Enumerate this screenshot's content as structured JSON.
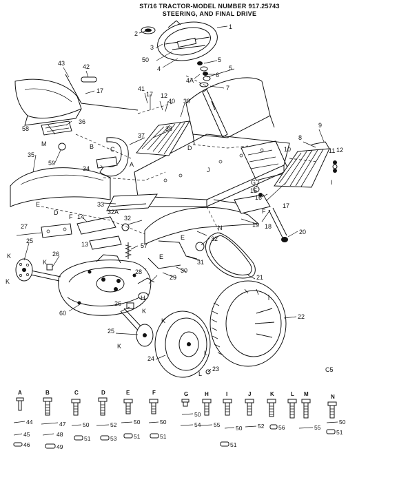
{
  "header": {
    "line1": "ST/16 TRACTOR-MODEL NUMBER 917.25743",
    "line2": "STEERING, AND FINAL DRIVE"
  },
  "sheet_code": "C5",
  "callouts": [
    {
      "id": "c1",
      "text": "1"
    },
    {
      "id": "c2",
      "text": "2"
    },
    {
      "id": "c3",
      "text": "3"
    },
    {
      "id": "c4",
      "text": "4"
    },
    {
      "id": "c4a",
      "text": "4A"
    },
    {
      "id": "c5a",
      "text": "5"
    },
    {
      "id": "c5b",
      "text": "5"
    },
    {
      "id": "c6",
      "text": "6"
    },
    {
      "id": "c7",
      "text": "7"
    },
    {
      "id": "c8",
      "text": "8"
    },
    {
      "id": "c9",
      "text": "9"
    },
    {
      "id": "c10",
      "text": "10"
    },
    {
      "id": "c11",
      "text": "11"
    },
    {
      "id": "c12a",
      "text": "12"
    },
    {
      "id": "c12b",
      "text": "12"
    },
    {
      "id": "c13",
      "text": "13"
    },
    {
      "id": "c14",
      "text": "14"
    },
    {
      "id": "c15",
      "text": "15"
    },
    {
      "id": "c16",
      "text": "16"
    },
    {
      "id": "c17a",
      "text": "17"
    },
    {
      "id": "c17b",
      "text": "17"
    },
    {
      "id": "c17c",
      "text": "17"
    },
    {
      "id": "c18",
      "text": "18"
    },
    {
      "id": "c19",
      "text": "19"
    },
    {
      "id": "c20",
      "text": "20"
    },
    {
      "id": "c21",
      "text": "21"
    },
    {
      "id": "c22",
      "text": "22"
    },
    {
      "id": "c23",
      "text": "23"
    },
    {
      "id": "c24",
      "text": "24"
    },
    {
      "id": "c25a",
      "text": "25"
    },
    {
      "id": "c25b",
      "text": "25"
    },
    {
      "id": "c26a",
      "text": "26"
    },
    {
      "id": "c26b",
      "text": "26"
    },
    {
      "id": "c27",
      "text": "27"
    },
    {
      "id": "c28",
      "text": "28"
    },
    {
      "id": "c29",
      "text": "29"
    },
    {
      "id": "c30",
      "text": "30"
    },
    {
      "id": "c31",
      "text": "31"
    },
    {
      "id": "c32a",
      "text": "32"
    },
    {
      "id": "c32b",
      "text": "32"
    },
    {
      "id": "c32aa",
      "text": "32A"
    },
    {
      "id": "c33",
      "text": "33"
    },
    {
      "id": "c34",
      "text": "34"
    },
    {
      "id": "c35",
      "text": "35"
    },
    {
      "id": "c36",
      "text": "36"
    },
    {
      "id": "c37",
      "text": "37"
    },
    {
      "id": "c38",
      "text": "38"
    },
    {
      "id": "c39",
      "text": "39"
    },
    {
      "id": "c40",
      "text": "40"
    },
    {
      "id": "c41",
      "text": "41"
    },
    {
      "id": "c42",
      "text": "42"
    },
    {
      "id": "c43",
      "text": "43"
    },
    {
      "id": "c50",
      "text": "50"
    },
    {
      "id": "c57",
      "text": "57"
    },
    {
      "id": "c58",
      "text": "58"
    },
    {
      "id": "c59",
      "text": "59"
    },
    {
      "id": "c60",
      "text": "60"
    },
    {
      "id": "lA",
      "text": "A"
    },
    {
      "id": "lB",
      "text": "B"
    },
    {
      "id": "lC",
      "text": "C"
    },
    {
      "id": "lD1",
      "text": "D"
    },
    {
      "id": "lD2",
      "text": "D"
    },
    {
      "id": "lE1",
      "text": "E"
    },
    {
      "id": "lE2",
      "text": "E"
    },
    {
      "id": "lE3",
      "text": "E"
    },
    {
      "id": "lF1",
      "text": "F"
    },
    {
      "id": "lF2",
      "text": "F"
    },
    {
      "id": "lG",
      "text": "G"
    },
    {
      "id": "lH",
      "text": "H"
    },
    {
      "id": "lI",
      "text": "I"
    },
    {
      "id": "lJ",
      "text": "J"
    },
    {
      "id": "lK1",
      "text": "K"
    },
    {
      "id": "lK2",
      "text": "K"
    },
    {
      "id": "lK3",
      "text": "K"
    },
    {
      "id": "lK4",
      "text": "K"
    },
    {
      "id": "lK5",
      "text": "K"
    },
    {
      "id": "lK6",
      "text": "K"
    },
    {
      "id": "lL1",
      "text": "L"
    },
    {
      "id": "lL2",
      "text": "L"
    },
    {
      "id": "lM",
      "text": "M"
    },
    {
      "id": "lN",
      "text": "N"
    }
  ],
  "hardware": {
    "columns": [
      {
        "letter": "A",
        "items": [
          "44",
          "45",
          "46"
        ]
      },
      {
        "letter": "B",
        "items": [
          "47",
          "48",
          "49"
        ]
      },
      {
        "letter": "C",
        "items": [
          "50",
          "51"
        ]
      },
      {
        "letter": "D",
        "items": [
          "52",
          "53"
        ]
      },
      {
        "letter": "E",
        "items": [
          "50",
          "51"
        ]
      },
      {
        "letter": "F",
        "items": [
          "50",
          "51"
        ]
      },
      {
        "letter": "G",
        "items": [
          "50",
          "54"
        ]
      },
      {
        "letter": "H",
        "items": [
          "55"
        ]
      },
      {
        "letter": "I",
        "items": [
          "50"
        ]
      },
      {
        "letter": "J",
        "items": [
          "52",
          "51"
        ]
      },
      {
        "letter": "K",
        "items": [
          "56"
        ]
      },
      {
        "letter": "L",
        "items": []
      },
      {
        "letter": "M",
        "items": [
          "55"
        ]
      },
      {
        "letter": "N",
        "items": [
          "50",
          "51"
        ]
      }
    ]
  }
}
